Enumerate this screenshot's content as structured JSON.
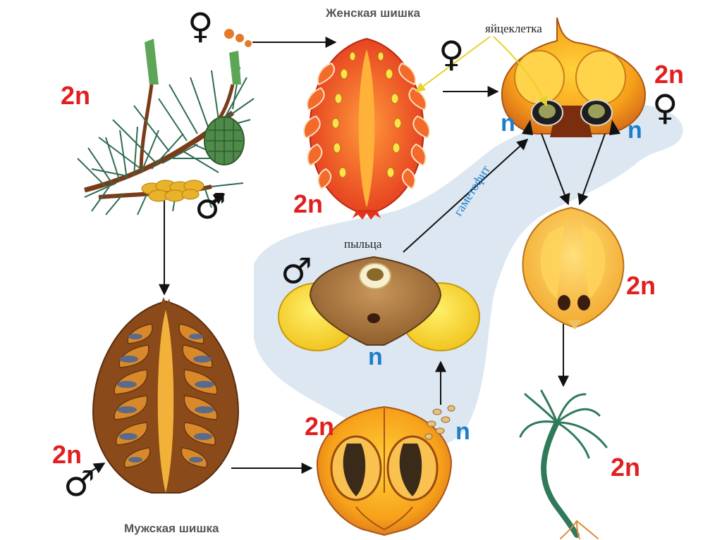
{
  "titles": {
    "female_cone": "Женская шишка",
    "male_cone": "Мужская шишка"
  },
  "annotations": {
    "egg_cell": "яйцеклетка",
    "pollen": "пыльца",
    "gametophyte": "гаметофит"
  },
  "ploidy": {
    "diploid": "2n",
    "haploid": "n"
  },
  "symbols": {
    "female": "♀",
    "male": "♂"
  },
  "colors": {
    "diploid_label": "#e11f1f",
    "haploid_label": "#1f7ec9",
    "gametophyte_zone": "#dde7f2",
    "arrow": "#111111",
    "egg_pointer": "#e8d22a"
  }
}
